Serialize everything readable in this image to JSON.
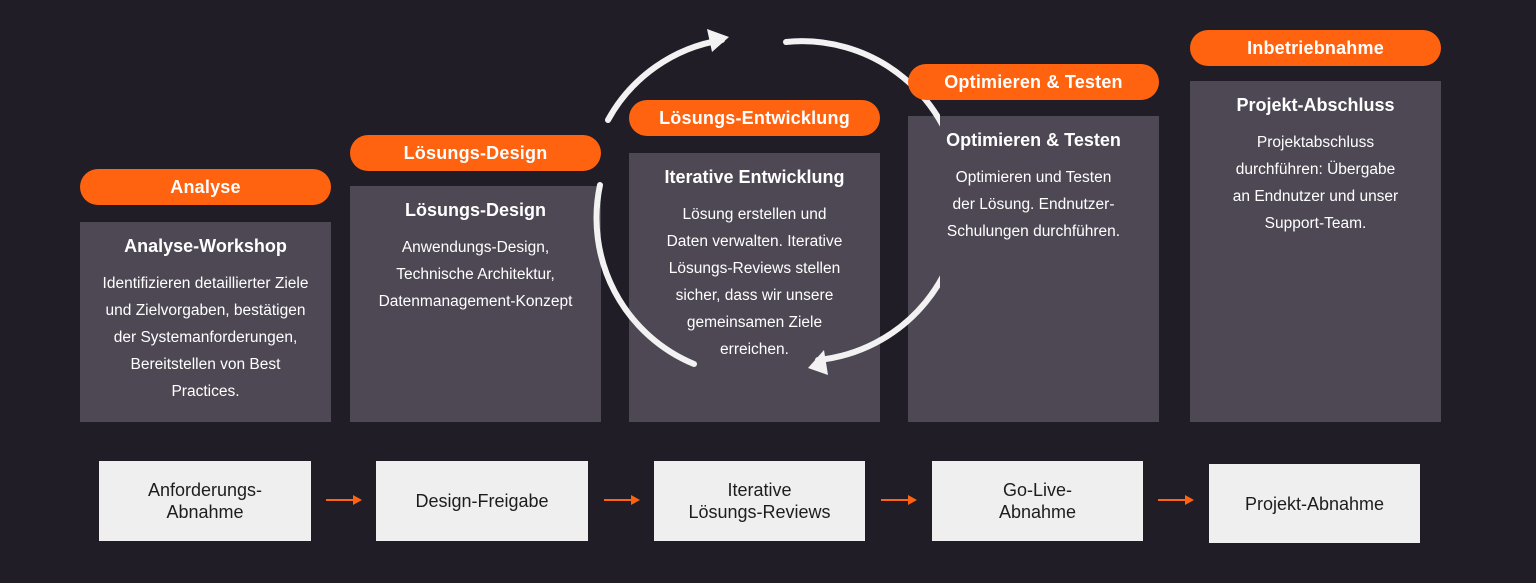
{
  "phases": [
    {
      "pill": "Analyse",
      "title": "Analyse-Workshop",
      "text": "Identifizieren detaillierter Ziele\nund Zielvorgaben, bestätigen\nder Systemanforderungen,\nBereitstellen von Best\nPractices."
    },
    {
      "pill": "Lösungs-Design",
      "title": "Lösungs-Design",
      "text": "Anwendungs-Design,\nTechnische Architektur,\nDatenmanagement-Konzept"
    },
    {
      "pill": "Lösungs-Entwicklung",
      "title": "Iterative Entwicklung",
      "text": "Lösung erstellen und\nDaten verwalten. Iterative\nLösungs-Reviews stellen\nsicher, dass wir unsere\ngemeinsamen Ziele\nerreichen."
    },
    {
      "pill": "Optimieren & Testen",
      "title": "Optimieren & Testen",
      "text": "Optimieren und Testen\nder Lösung. Endnutzer-\nSchulungen durchführen."
    },
    {
      "pill": "Inbetriebnahme",
      "title": "Projekt-Abschluss",
      "text": "Projektabschluss\ndurchführen: Übergabe\nan Endnutzer und unser\nSupport-Team."
    }
  ],
  "milestones": [
    "Anforderungs-\nAbnahme",
    "Design-Freigabe",
    "Iterative\nLösungs-Reviews",
    "Go-Live-\nAbnahme",
    "Projekt-Abnahme"
  ],
  "colors": {
    "background": "#201d26",
    "accent": "#ff6310",
    "card": "#4d4853",
    "milestone": "#efefef",
    "cycle_arrow": "#f2f2f2"
  },
  "icons": {
    "cycle": "circular-iteration-arrows-icon",
    "step": "right-arrow-icon"
  }
}
